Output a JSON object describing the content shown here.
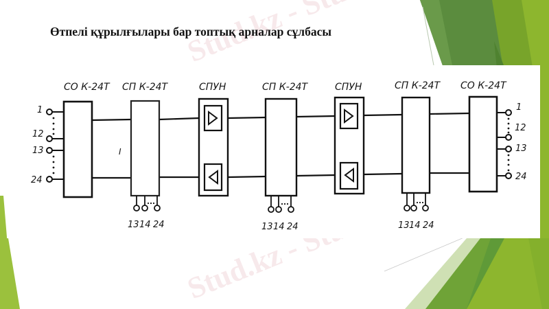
{
  "slide": {
    "title": "Өтпелі құрылғылары бар топтық арналар  сұлбасы",
    "watermark_text": "Stud.kz - Stud.kz",
    "accent_colors": {
      "green_dark": "#5b8c3e",
      "green_mid": "#6fa337",
      "green_light": "#8db62e",
      "green_pale": "#cfe0b4"
    }
  },
  "diagram": {
    "blocks": [
      {
        "id": "sok1",
        "label": "СО К-24Т",
        "type": "terminal-station"
      },
      {
        "id": "spk1",
        "label": "СП К-24Т",
        "type": "transit-station",
        "drop_outputs": [
          "13",
          "14",
          "24"
        ]
      },
      {
        "id": "spun1",
        "label": "СПУН",
        "type": "repeater"
      },
      {
        "id": "spk2",
        "label": "СП К-24Т",
        "type": "transit-station",
        "drop_outputs": [
          "13",
          "14",
          "24"
        ]
      },
      {
        "id": "spun2",
        "label": "СПУН",
        "type": "repeater"
      },
      {
        "id": "spk3",
        "label": "СП К-24Т",
        "type": "transit-station",
        "drop_outputs": [
          "13",
          "14",
          "24"
        ]
      },
      {
        "id": "sok2",
        "label": "СО К-24Т",
        "type": "terminal-station"
      }
    ],
    "left_terminals": [
      "1",
      "12",
      "13",
      "24"
    ],
    "right_terminals": [
      "1",
      "12",
      "13",
      "24"
    ],
    "section_mark": "I",
    "labels": {
      "sok_left": "СО К-24Т",
      "spk_1": "СП К-24Т",
      "spun_1": "СПУН",
      "spk_2": "СП К-24Т",
      "spun_2": "СПУН",
      "spk_3": "СП К-24Т",
      "sok_right": "СО К-24Т",
      "t1": "1",
      "t12": "12",
      "t13": "13",
      "t24": "24",
      "d13": "13",
      "d14": "14",
      "d24": "24",
      "mark": "I"
    }
  }
}
